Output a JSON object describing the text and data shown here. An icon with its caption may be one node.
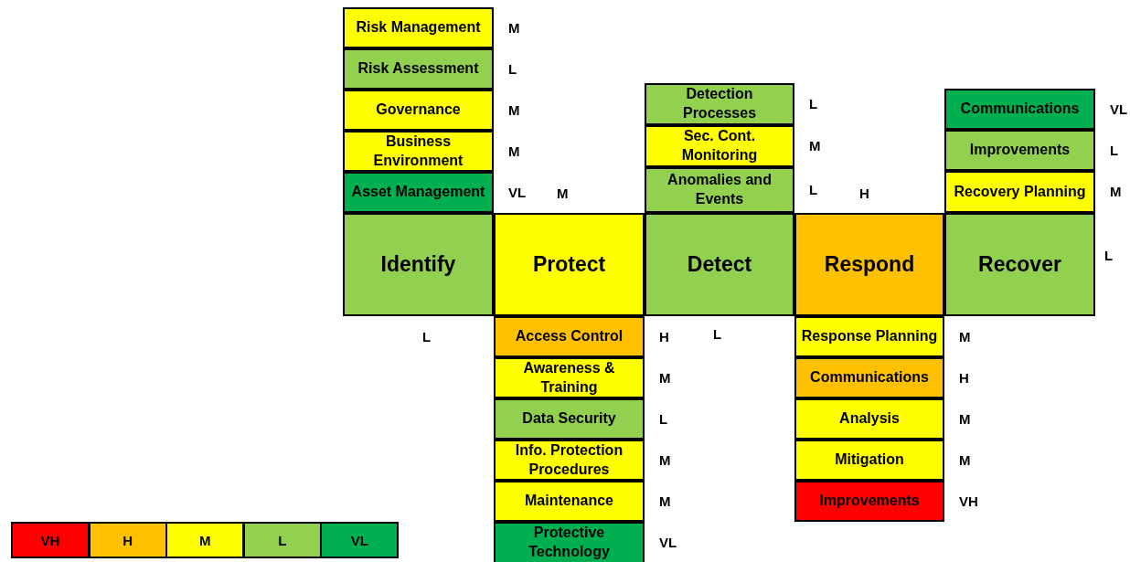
{
  "diagram": {
    "nodes": [
      {
        "text": [
          "Risk Management"
        ],
        "beside": [
          "M"
        ]
      },
      {
        "text": [
          "Risk Assessment"
        ],
        "beside": [
          "L"
        ]
      },
      {
        "text": [
          "Governance"
        ],
        "beside": [
          "M"
        ]
      },
      {
        "text": [
          "Business Environment"
        ],
        "beside": [
          "M"
        ]
      },
      {
        "text": [
          "Asset Management"
        ],
        "beside": [
          "VL"
        ]
      },
      {
        "text": [
          "Identify"
        ],
        "beside": [
          "L"
        ]
      },
      {
        "text": [
          "Protect"
        ],
        "beside": [
          "M"
        ]
      },
      {
        "text": [
          "Access Control"
        ],
        "beside": [
          "H"
        ]
      },
      {
        "text": [
          "Awareness & Training"
        ],
        "beside": [
          "M"
        ]
      },
      {
        "text": [
          "Data Security"
        ],
        "beside": [
          "L"
        ]
      },
      {
        "text": [
          "Info. Protection Procedures"
        ],
        "beside": [
          "M"
        ]
      },
      {
        "text": [
          "Maintenance"
        ],
        "beside": [
          "M"
        ]
      },
      {
        "text": [
          "Protective Technology"
        ],
        "beside": [
          "VL"
        ]
      },
      {
        "text": [
          "Detection Processes"
        ],
        "beside": [
          "L"
        ]
      },
      {
        "text": [
          "Sec. Cont. Monitoring"
        ],
        "beside": [
          "M"
        ]
      },
      {
        "text": [
          "Anomalies and Events"
        ],
        "beside": [
          "L"
        ]
      },
      {
        "text": [
          "Detect"
        ],
        "beside": [
          "L"
        ]
      },
      {
        "text": [
          "Respond"
        ],
        "beside": [
          "H"
        ]
      },
      {
        "text": [
          "Response Planning"
        ],
        "beside": [
          "M"
        ]
      },
      {
        "text": [
          "Communications"
        ],
        "beside": [
          "H"
        ]
      },
      {
        "text": [
          "Analysis"
        ],
        "beside": [
          "M"
        ]
      },
      {
        "text": [
          "Mitigation"
        ],
        "beside": [
          "M"
        ]
      },
      {
        "text": [
          "Improvements"
        ],
        "beside": [
          "VH"
        ]
      },
      {
        "text": [
          "Communications"
        ],
        "beside": [
          "VL"
        ]
      },
      {
        "text": [
          "Improvements"
        ],
        "beside": [
          "L"
        ]
      },
      {
        "text": [
          "Recovery Planning"
        ],
        "beside": [
          "M"
        ]
      },
      {
        "text": [
          "Recover"
        ],
        "beside": [
          "L"
        ]
      }
    ],
    "legend": [
      {
        "text": "VH",
        "color": "#ff0000"
      },
      {
        "text": "H",
        "color": "#ffc000"
      },
      {
        "text": "M",
        "color": "#ffff00"
      },
      {
        "text": "L",
        "color": "#92d050"
      },
      {
        "text": "VL",
        "color": "#00b050"
      }
    ]
  }
}
